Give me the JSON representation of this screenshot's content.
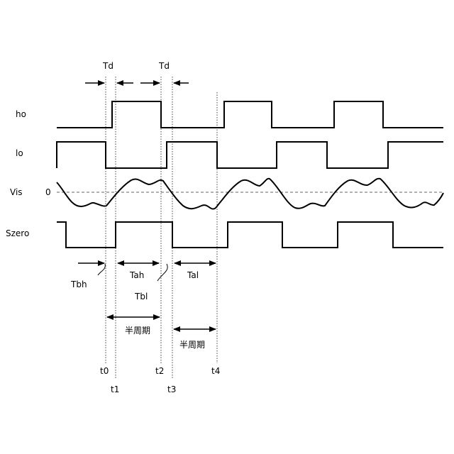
{
  "signals": {
    "ho": "ho",
    "lo": "lo",
    "vis": "Vis",
    "szero": "Szero",
    "zero_level": "0"
  },
  "intervals": {
    "td_left": "Td",
    "td_right": "Td",
    "tbh": "Tbh",
    "tah": "Tah",
    "tbl": "Tbl",
    "tal": "Tal",
    "half_period_1": "半周期",
    "half_period_2": "半周期"
  },
  "time_markers": {
    "t0": "t0",
    "t1": "t1",
    "t2": "t2",
    "t3": "t3",
    "t4": "t4"
  }
}
